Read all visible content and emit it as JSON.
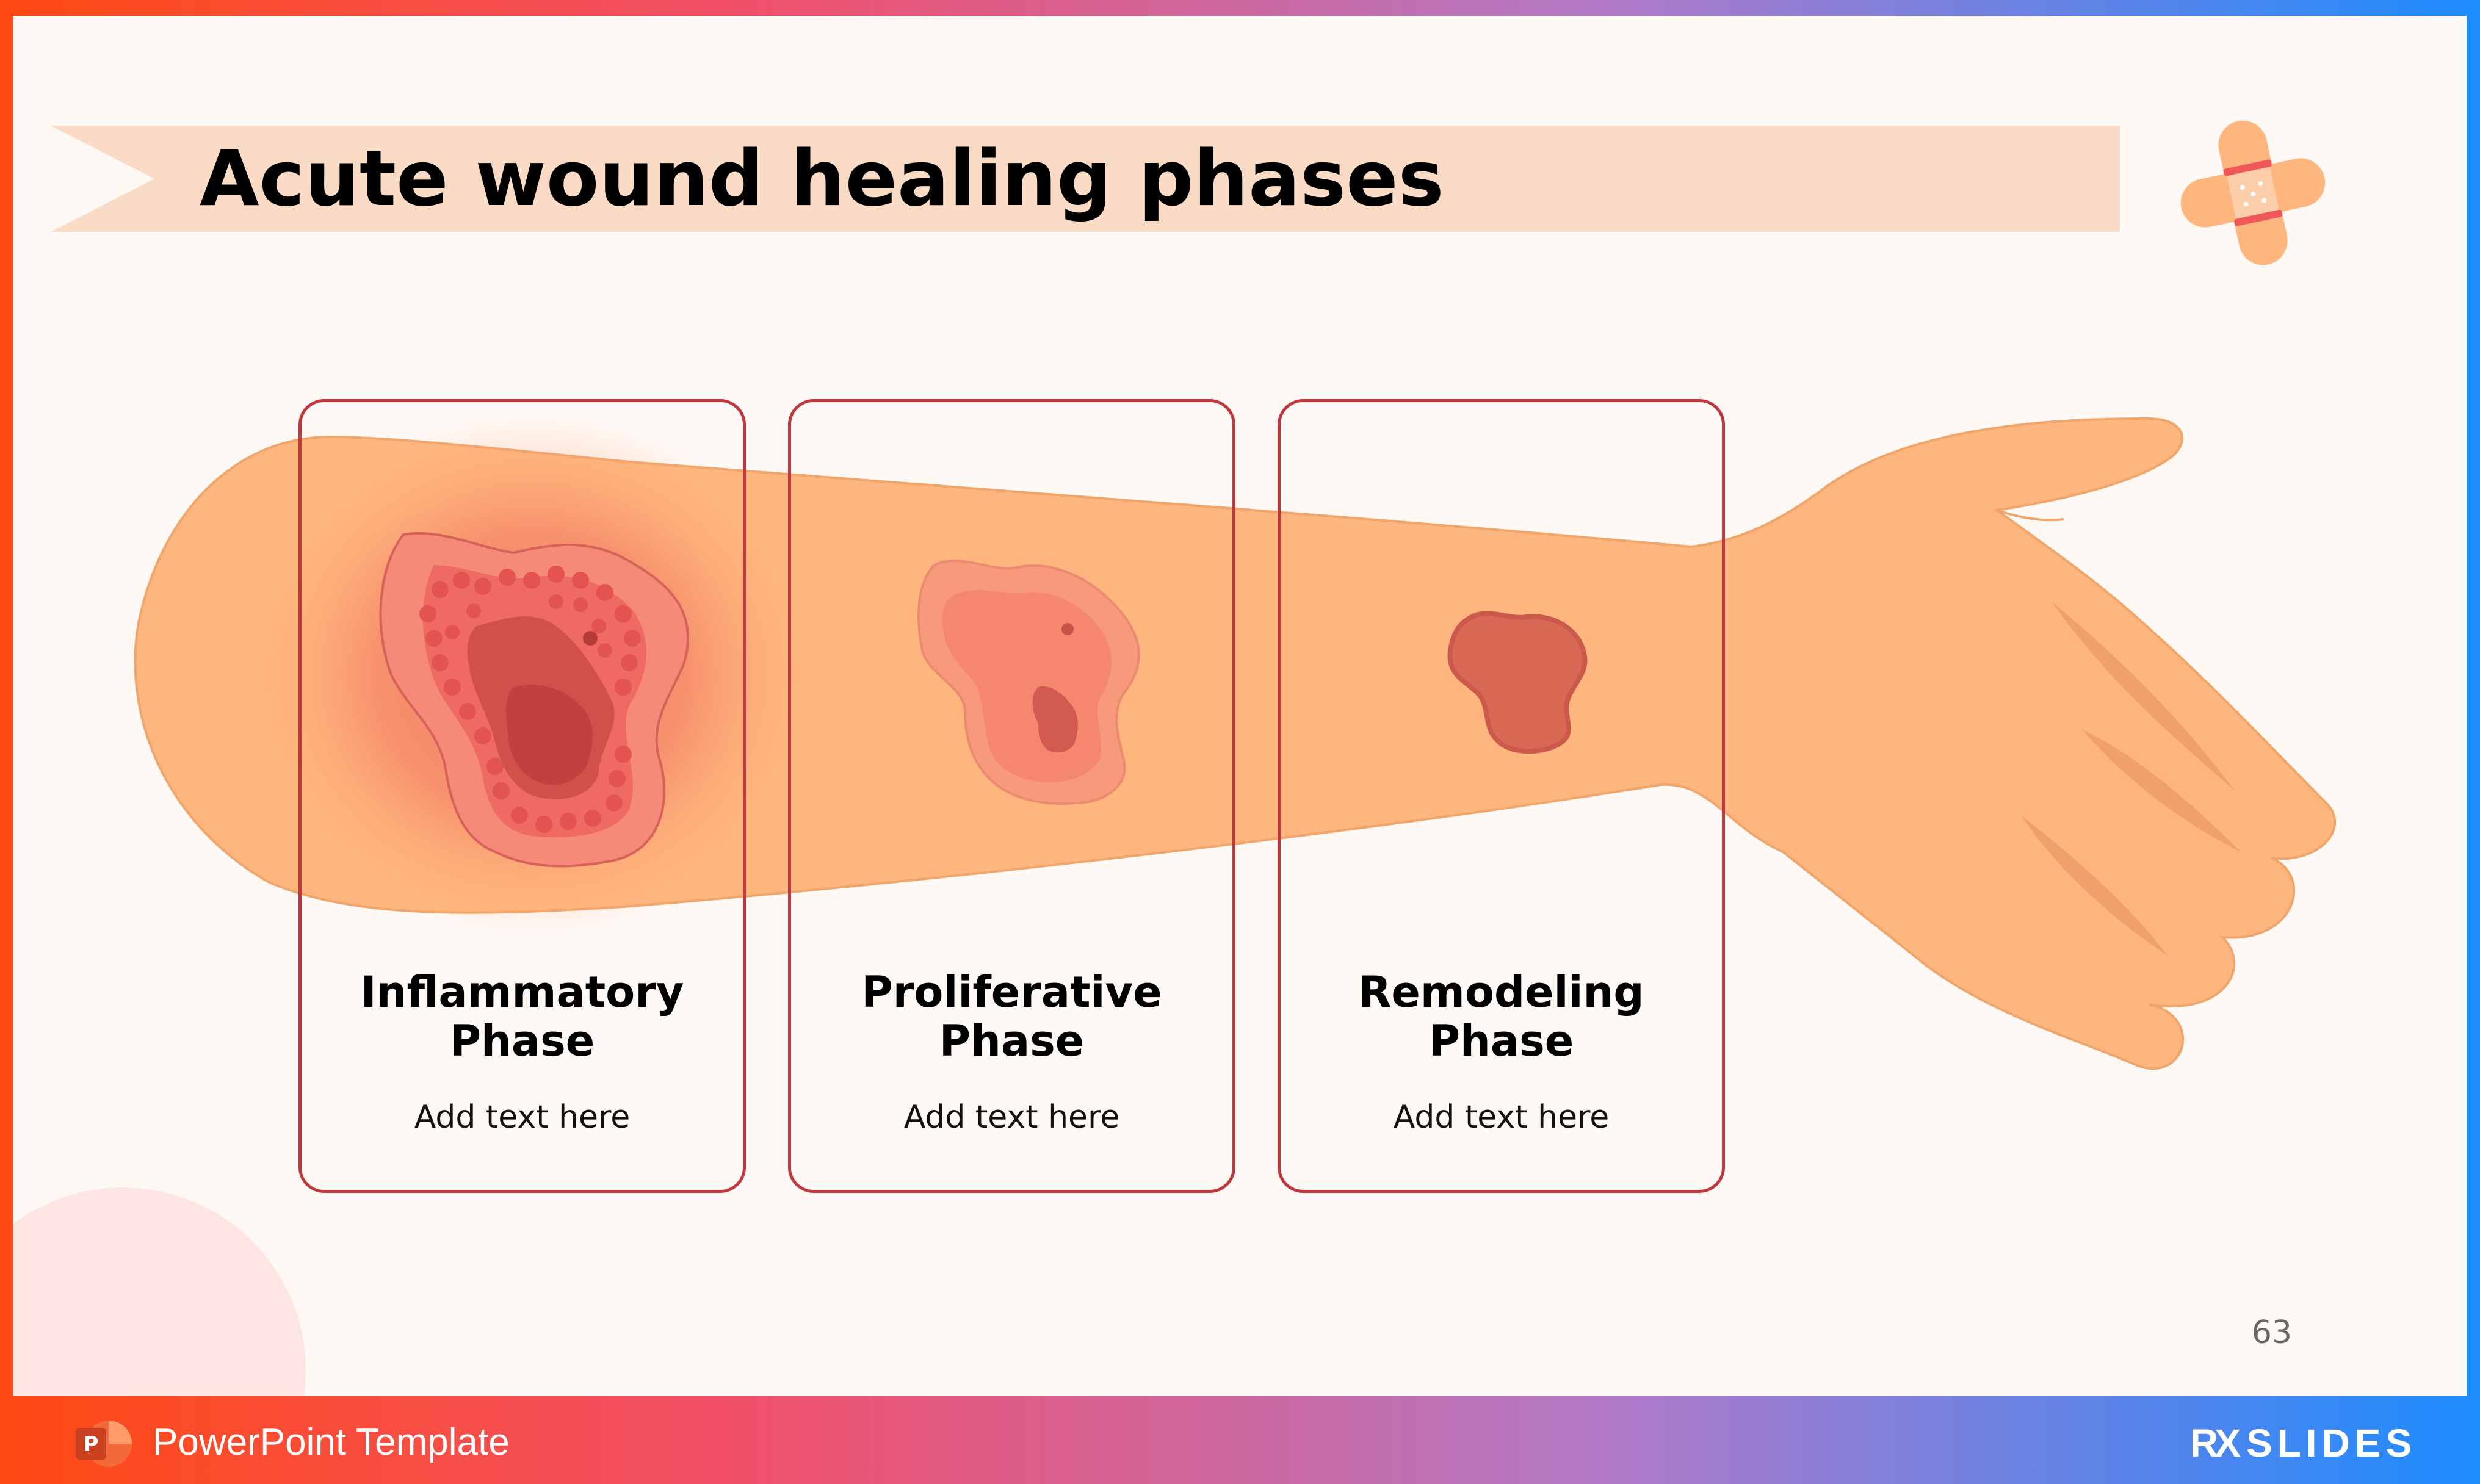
{
  "slide": {
    "title": "Acute wound healing phases",
    "page_number": "63"
  },
  "phases": [
    {
      "title": "Inflammatory\nPhase",
      "body": "Add text here"
    },
    {
      "title": "Proliferative\nPhase",
      "body": "Add text here"
    },
    {
      "title": "Remodeling\nPhase",
      "body": "Add text here"
    }
  ],
  "footer": {
    "label": "PowerPoint Template",
    "brand_mark": "RX",
    "brand_name": "SLIDES"
  },
  "colors": {
    "card_border": "#c0383d",
    "skin": "#ffb67e",
    "title_banner": "#fadbc6",
    "background": "#fff9f6"
  },
  "icons": [
    "bandage-icon",
    "powerpoint-icon"
  ]
}
